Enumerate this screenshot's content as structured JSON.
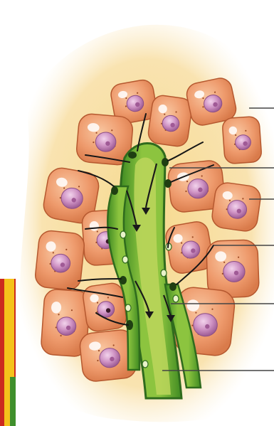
{
  "diagram": {
    "colors": {
      "background": "#ffffff",
      "tissue": "#f7dc9a",
      "cell_fill": "#ee9a6c",
      "cell_edge": "#b5582f",
      "cell_highlight": "#fbd2b3",
      "nucleus": "#c98bbd",
      "nucleus_edge": "#8c4f86",
      "vessel": "#7fb63a",
      "vessel_dark": "#2f6b1d",
      "vessel_inner": "#b9d25a",
      "pointer_line": "#444444",
      "side_strip_red": "#cc2a1e",
      "side_strip_green": "#3f8f2c"
    },
    "pointers": [
      {
        "name": "pointer-line-1"
      },
      {
        "name": "pointer-line-2"
      },
      {
        "name": "pointer-line-3"
      },
      {
        "name": "pointer-line-4"
      },
      {
        "name": "pointer-line-5"
      },
      {
        "name": "pointer-line-6"
      }
    ]
  }
}
